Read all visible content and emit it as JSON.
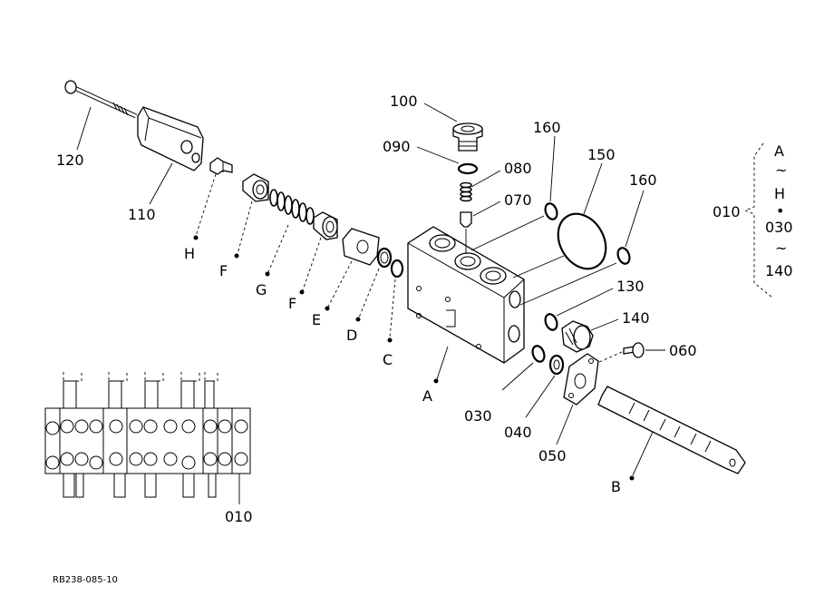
{
  "diagram": {
    "drawing_code": "RB238-085-10",
    "labels": {
      "p100": "100",
      "p090": "090",
      "p080": "080",
      "p070": "070",
      "p160a": "160",
      "p150": "150",
      "p160b": "160",
      "p120": "120",
      "p110": "110",
      "pH": "H",
      "pF1": "F",
      "pG": "G",
      "pF2": "F",
      "pE": "E",
      "pD": "D",
      "pC": "C",
      "pA": "A",
      "p130": "130",
      "p140": "140",
      "p060": "060",
      "p030": "030",
      "p040": "040",
      "p050": "050",
      "pB": "B",
      "p010_main": "010",
      "p010_small": "010"
    },
    "assembly_legend": {
      "ref": "010",
      "range_a_start": "A",
      "range_a_sep": "~",
      "range_a_end": "H",
      "bullet": "•",
      "range_b_start": "030",
      "range_b_sep": "~",
      "range_b_end": "140"
    }
  }
}
